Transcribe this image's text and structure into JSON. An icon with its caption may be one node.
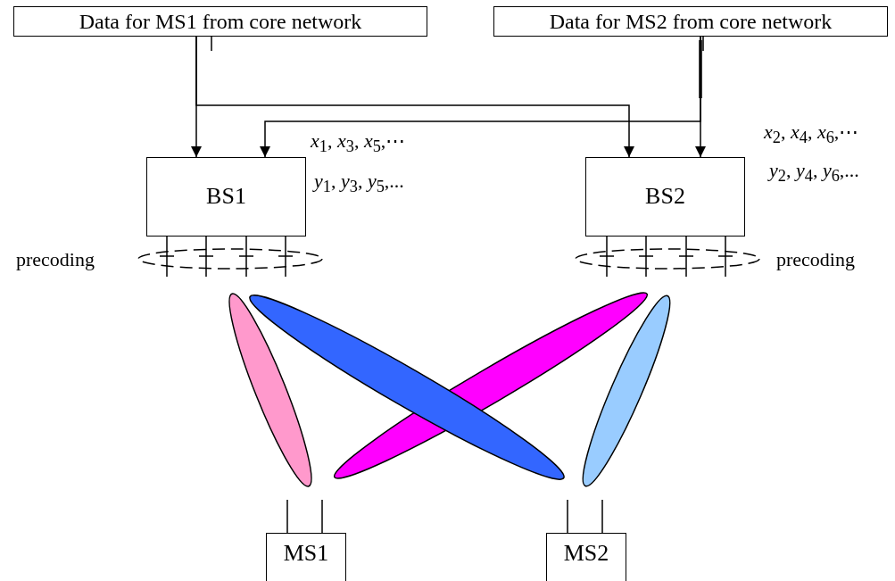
{
  "diagram": {
    "nodes": [
      {
        "text": [
          "Data for MS1 from core network"
        ]
      },
      {
        "text": [
          "Data for MS2 from core network"
        ]
      },
      {
        "text": [
          "BS1"
        ],
        "beside": [
          "*x*$_{1}$, *x*$_{3}$, *x*$_{5}$,⋯",
          "*y*$_{1}$, *y*$_{3}$, *y*$_{5}$,..."
        ]
      },
      {
        "text": [
          "BS2"
        ],
        "beside": [
          "*x*$_{2}$, *x*$_{4}$, *x*$_{6}$,⋯",
          "*y*$_{2}$, *y*$_{4}$, *y*$_{6}$,..."
        ]
      },
      {
        "text": [
          "MS1"
        ]
      },
      {
        "text": [
          "MS2"
        ]
      }
    ],
    "edges": [
      {
        "from": 0,
        "to": 2,
        "arrow": "to"
      },
      {
        "from": 0,
        "to": 3,
        "arrow": "to"
      },
      {
        "from": 1,
        "to": 2,
        "arrow": "to"
      },
      {
        "from": 1,
        "to": 3,
        "arrow": "to"
      }
    ],
    "labels": [
      "precoding",
      "precoding"
    ]
  }
}
